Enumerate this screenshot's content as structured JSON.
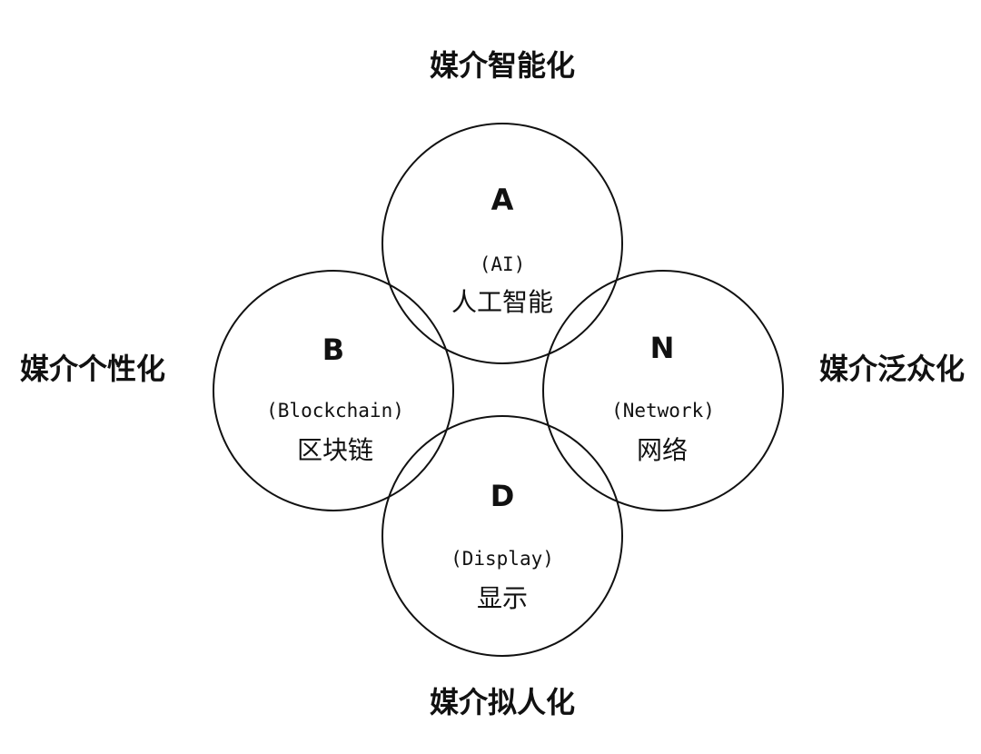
{
  "circles": {
    "a": {
      "letter": "A",
      "english": "(AI)",
      "chinese": "人工智能"
    },
    "b": {
      "letter": "B",
      "english": "(Blockchain)",
      "chinese": "区块链"
    },
    "n": {
      "letter": "N",
      "english": "(Network)",
      "chinese": "网络"
    },
    "d": {
      "letter": "D",
      "english": "(Display)",
      "chinese": "显示"
    }
  },
  "outer_labels": {
    "top": "媒介智能化",
    "left": "媒介个性化",
    "right": "媒介泛众化",
    "bottom": "媒介拟人化"
  },
  "colors": {
    "stroke": "#111111",
    "text": "#111111",
    "background": "#ffffff"
  }
}
